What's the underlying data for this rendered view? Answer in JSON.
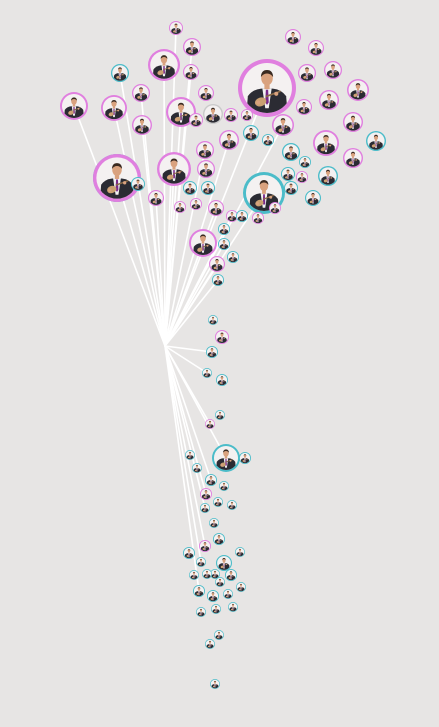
{
  "graph": {
    "colors": {
      "background": "#e7e5e4",
      "edge": "#ffffff",
      "node_pink": "#e07fdf",
      "node_teal": "#4bbcc9",
      "node_grey": "#c9c9c9",
      "suit": "#2b2b33",
      "shirt": "#f2f2f2",
      "tie": "#7a2a8a",
      "skin": "#d9a27e",
      "hair": "#3a2a20",
      "instrument": "#c9a071"
    },
    "node_icon": "person-with-ukulele",
    "node_kinds": [
      "pink",
      "teal",
      "grey"
    ]
  }
}
